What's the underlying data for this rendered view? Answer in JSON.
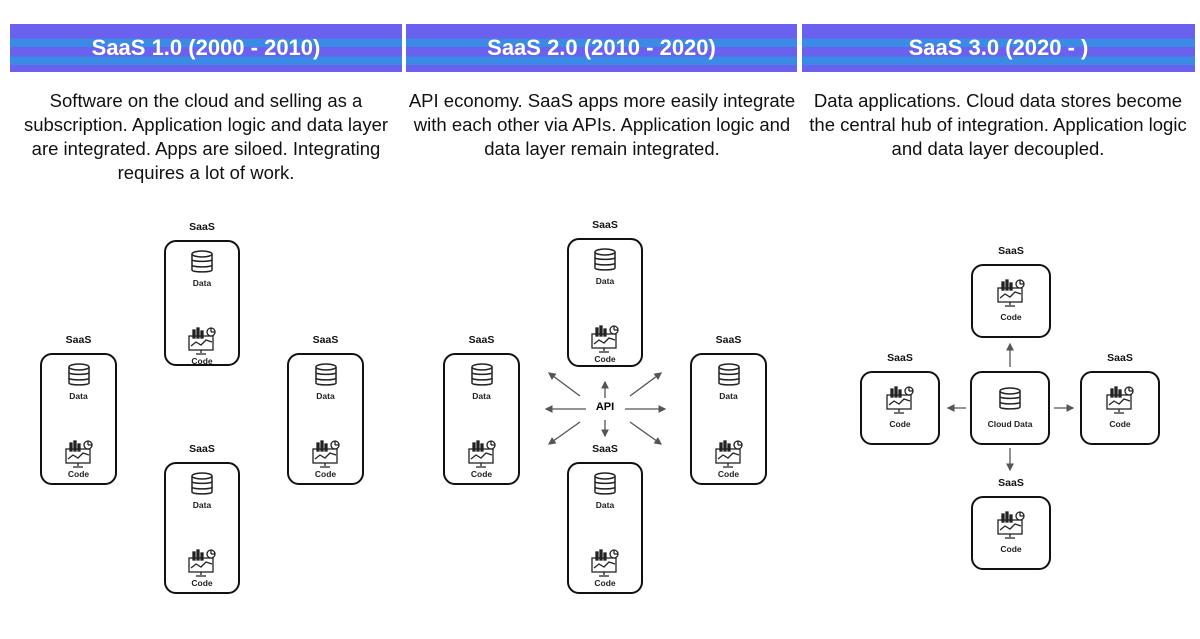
{
  "panels": [
    {
      "title": "SaaS 1.0 (2000 - 2010)",
      "description": "Software on the cloud and selling as a subscription. Application logic and data layer are integrated. Apps are siloed. Integrating requires a lot of work."
    },
    {
      "title": "SaaS 2.0 (2010 - 2020)",
      "description": "API economy. SaaS apps more easily integrate with each other via APIs. Application logic and data layer remain integrated."
    },
    {
      "title": "SaaS 3.0 (2020 - )",
      "description": "Data applications. Cloud data stores become the central hub of integration. Application logic and data layer decoupled."
    }
  ],
  "labels": {
    "saas": "SaaS",
    "data": "Data",
    "code": "Code",
    "api": "API",
    "cloud_data": "Cloud Data"
  },
  "icons": {
    "data": "database-icon",
    "code": "monitor-chart-icon"
  }
}
